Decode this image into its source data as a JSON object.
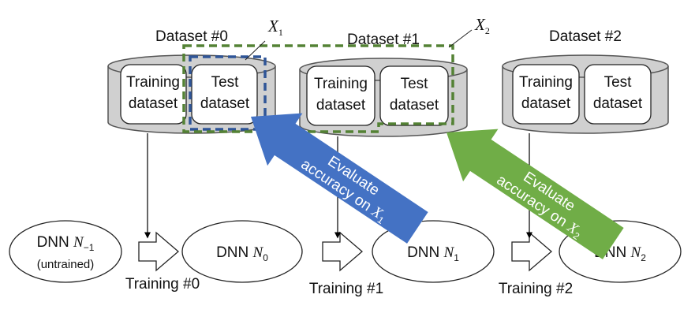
{
  "datasets": [
    {
      "label": "Dataset #0",
      "training_l1": "Training",
      "training_l2": "dataset",
      "test_l1": "Test",
      "test_l2": "dataset"
    },
    {
      "label": "Dataset #1",
      "training_l1": "Training",
      "training_l2": "dataset",
      "test_l1": "Test",
      "test_l2": "dataset"
    },
    {
      "label": "Dataset #2",
      "training_l1": "Training",
      "training_l2": "dataset",
      "test_l1": "Test",
      "test_l2": "dataset"
    }
  ],
  "selection_labels": [
    {
      "symbol": "X",
      "subscript": "1"
    },
    {
      "symbol": "X",
      "subscript": "2"
    }
  ],
  "dnns": [
    {
      "prefix": "DNN",
      "symbol": "N",
      "subscript": "−1",
      "note": "(untrained)"
    },
    {
      "prefix": "DNN",
      "symbol": "N",
      "subscript": "0"
    },
    {
      "prefix": "DNN",
      "symbol": "N",
      "subscript": "1"
    },
    {
      "prefix": "DNN",
      "symbol": "N",
      "subscript": "2"
    }
  ],
  "trainings": [
    "Training #0",
    "Training #1",
    "Training #2"
  ],
  "evaluations": [
    {
      "line1": "Evaluate",
      "line2": "accuracy on",
      "symbol": "X",
      "subscript": "1",
      "color": "#4472C4"
    },
    {
      "line1": "Evaluate",
      "line2": "accuracy on",
      "symbol": "X",
      "subscript": "2",
      "color": "#70AD47"
    }
  ],
  "colors": {
    "cylinder_fill": "#d0d0d0",
    "cylinder_stroke": "#555555",
    "box_fill": "#ffffff",
    "x1_box": "#2F5597",
    "x2_box": "#548235"
  }
}
